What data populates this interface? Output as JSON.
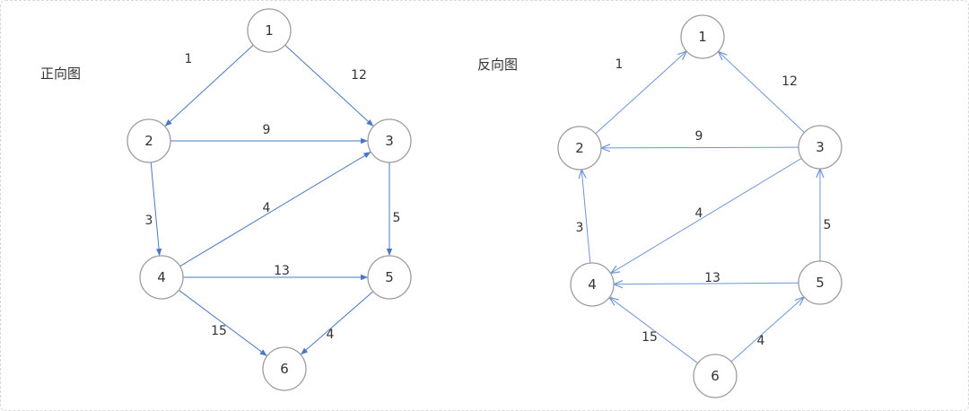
{
  "diagrams": [
    {
      "title": "正向图",
      "direction": "forward",
      "nodes": [
        {
          "id": "1",
          "label": "1"
        },
        {
          "id": "2",
          "label": "2"
        },
        {
          "id": "3",
          "label": "3"
        },
        {
          "id": "4",
          "label": "4"
        },
        {
          "id": "5",
          "label": "5"
        },
        {
          "id": "6",
          "label": "6"
        }
      ],
      "edges": [
        {
          "from": "1",
          "to": "2",
          "weight": "1"
        },
        {
          "from": "1",
          "to": "3",
          "weight": "12"
        },
        {
          "from": "2",
          "to": "3",
          "weight": "9"
        },
        {
          "from": "2",
          "to": "4",
          "weight": "3"
        },
        {
          "from": "4",
          "to": "3",
          "weight": "4"
        },
        {
          "from": "3",
          "to": "5",
          "weight": "5"
        },
        {
          "from": "4",
          "to": "5",
          "weight": "13"
        },
        {
          "from": "4",
          "to": "6",
          "weight": "15"
        },
        {
          "from": "5",
          "to": "6",
          "weight": "4"
        }
      ],
      "arrow_style": "filled",
      "edge_color": "#4a78c2"
    },
    {
      "title": "反向图",
      "direction": "reverse",
      "nodes": [
        {
          "id": "1",
          "label": "1"
        },
        {
          "id": "2",
          "label": "2"
        },
        {
          "id": "3",
          "label": "3"
        },
        {
          "id": "4",
          "label": "4"
        },
        {
          "id": "5",
          "label": "5"
        },
        {
          "id": "6",
          "label": "6"
        }
      ],
      "edges": [
        {
          "from": "2",
          "to": "1",
          "weight": "1"
        },
        {
          "from": "3",
          "to": "1",
          "weight": "12"
        },
        {
          "from": "3",
          "to": "2",
          "weight": "9"
        },
        {
          "from": "4",
          "to": "2",
          "weight": "3"
        },
        {
          "from": "3",
          "to": "4",
          "weight": "4"
        },
        {
          "from": "5",
          "to": "3",
          "weight": "5"
        },
        {
          "from": "5",
          "to": "4",
          "weight": "13"
        },
        {
          "from": "6",
          "to": "4",
          "weight": "15"
        },
        {
          "from": "6",
          "to": "5",
          "weight": "4"
        }
      ],
      "arrow_style": "open",
      "edge_color": "#6f95d6"
    }
  ]
}
